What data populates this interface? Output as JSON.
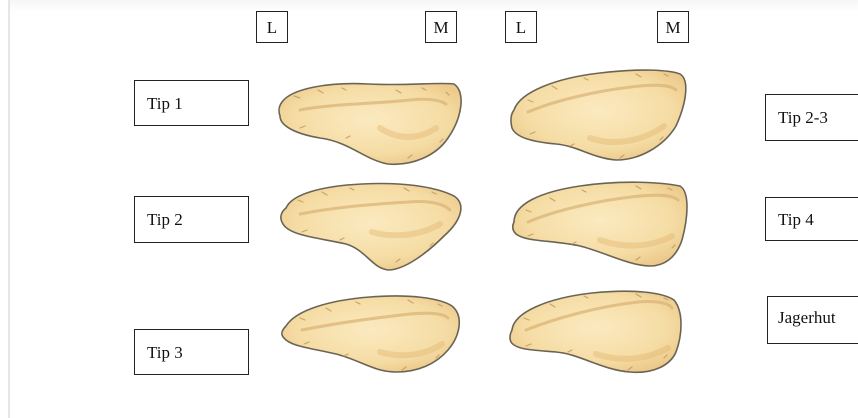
{
  "orientation_labels": [
    "L",
    "M",
    "L",
    "M"
  ],
  "types": [
    "Tip 1",
    "Tip 2",
    "Tip 3",
    "Tip 2-3",
    "Tip 4",
    "Jagerhut"
  ],
  "colors": {
    "fill": "#f7e0aa",
    "outline": "#6b6455",
    "shade": "#e7bf7c",
    "speckle": "#c9a36a"
  }
}
